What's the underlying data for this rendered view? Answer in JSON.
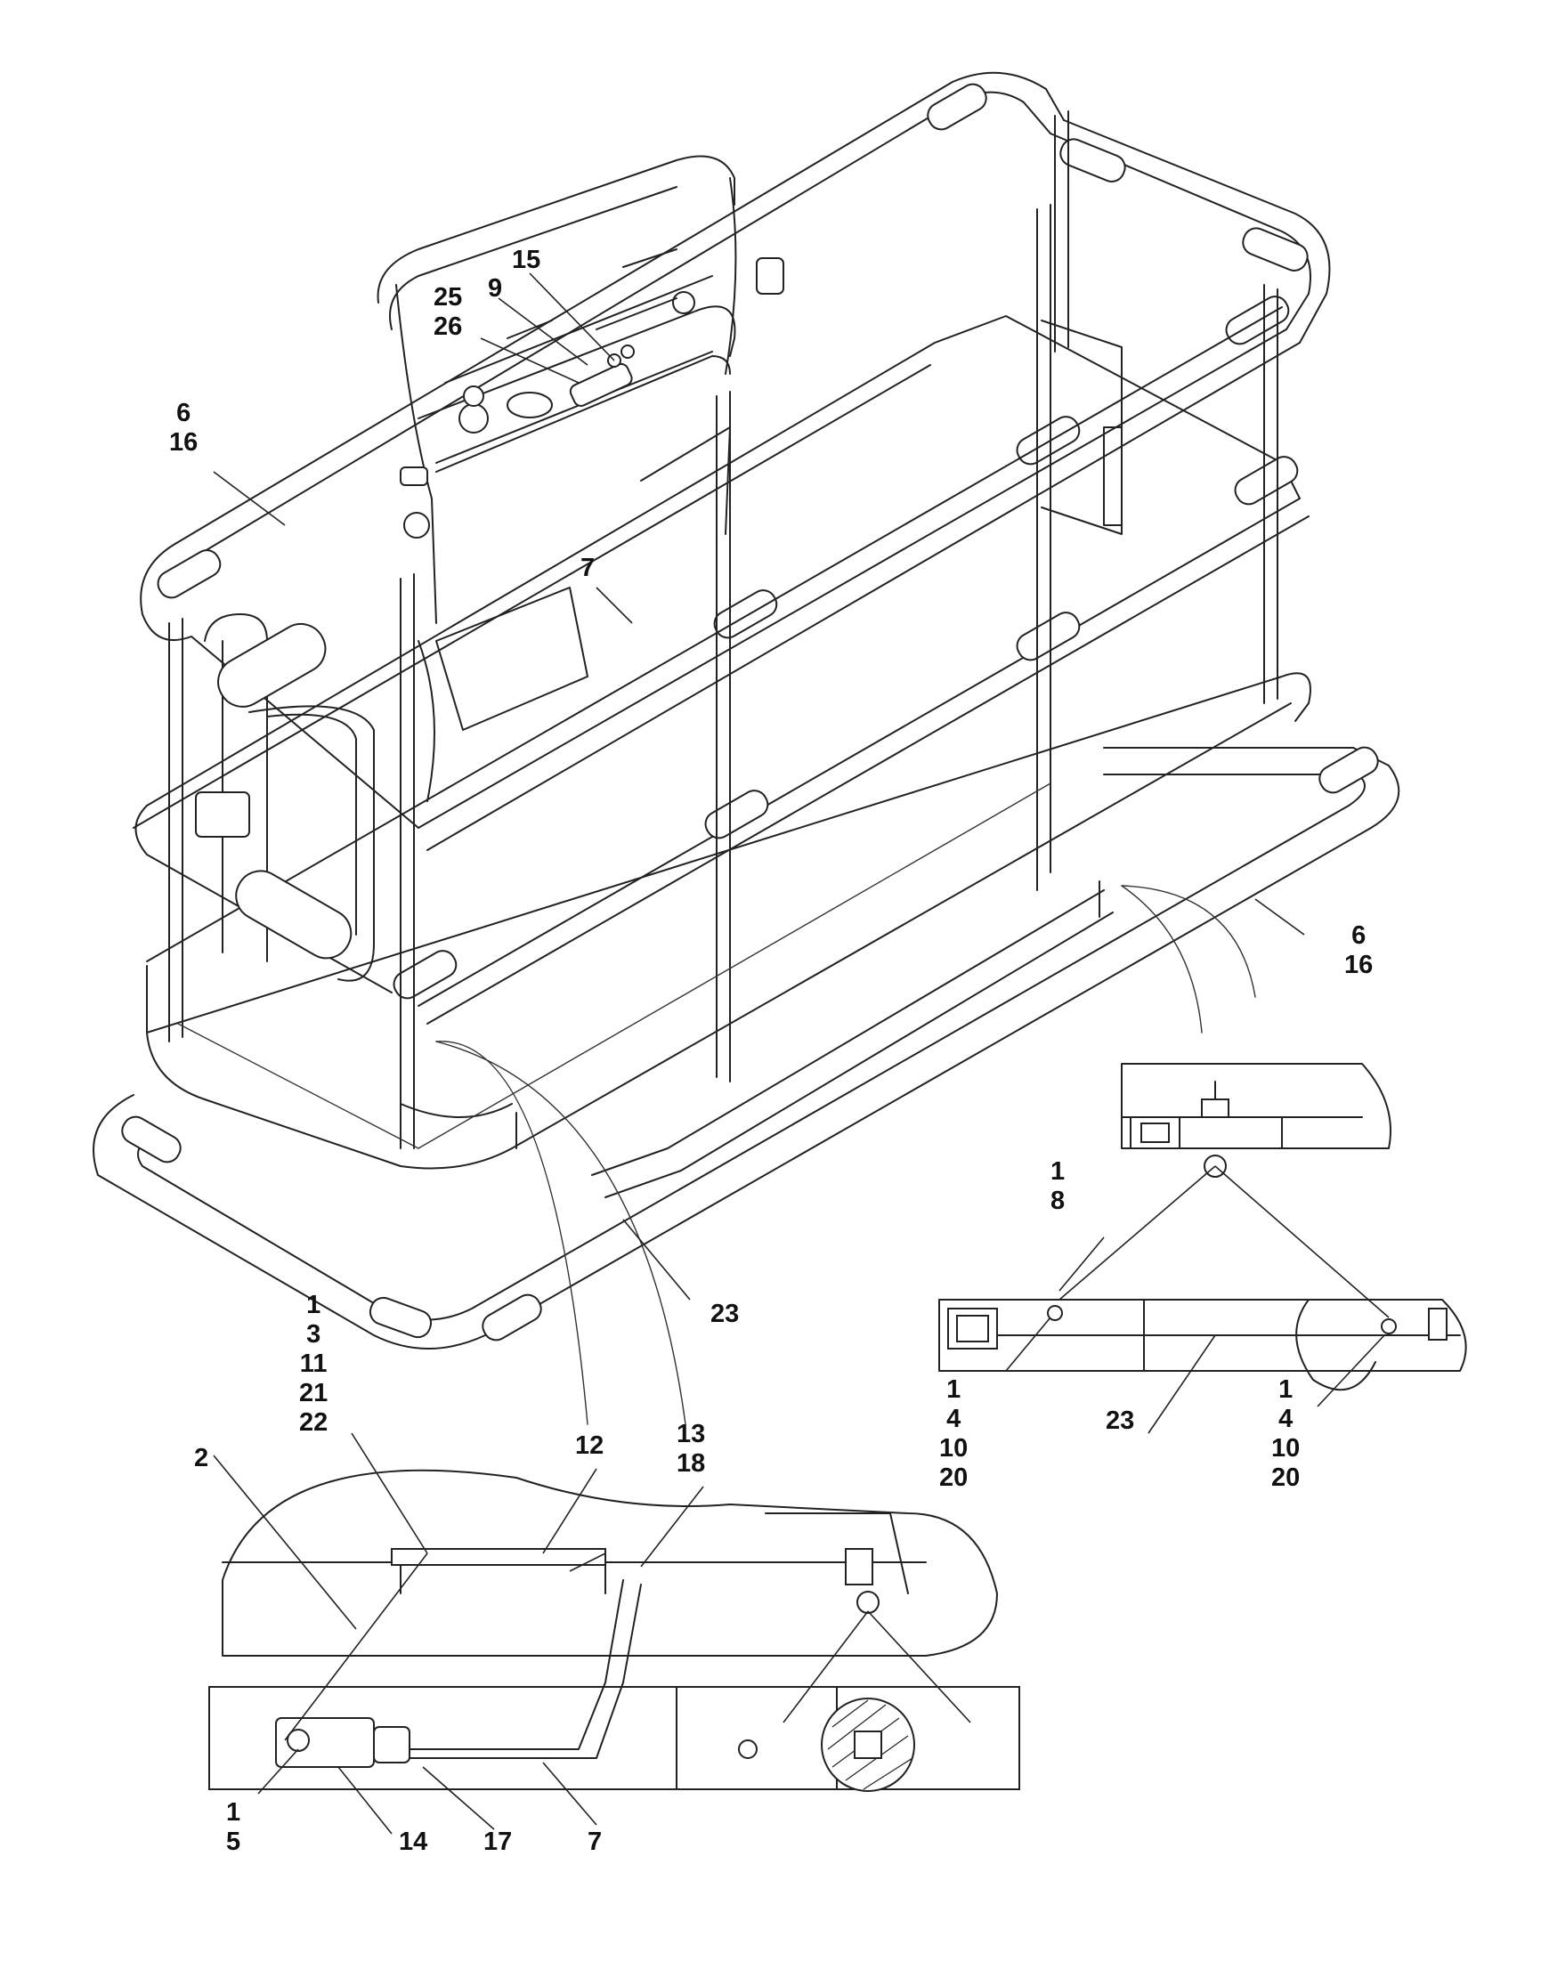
{
  "diagram": {
    "callouts": {
      "c_15": "15",
      "c_9": "9",
      "c_25_26": "25\n26",
      "c_6_16_left": "6\n16",
      "c_7_top": "7",
      "c_6_16_right": "6\n16",
      "c_23_main": "23",
      "c_1_3_11_21_22": "1\n3\n11\n21\n22",
      "c_1_8": "1\n8",
      "c_1_4_10_20_left": "1\n4\n10\n20",
      "c_23_detail": "23",
      "c_1_4_10_20_right": "1\n4\n10\n20",
      "c_2": "2",
      "c_12": "12",
      "c_13_18": "13\n18",
      "c_1_5": "1\n5",
      "c_14": "14",
      "c_17": "17",
      "c_7_bottom": "7"
    }
  }
}
